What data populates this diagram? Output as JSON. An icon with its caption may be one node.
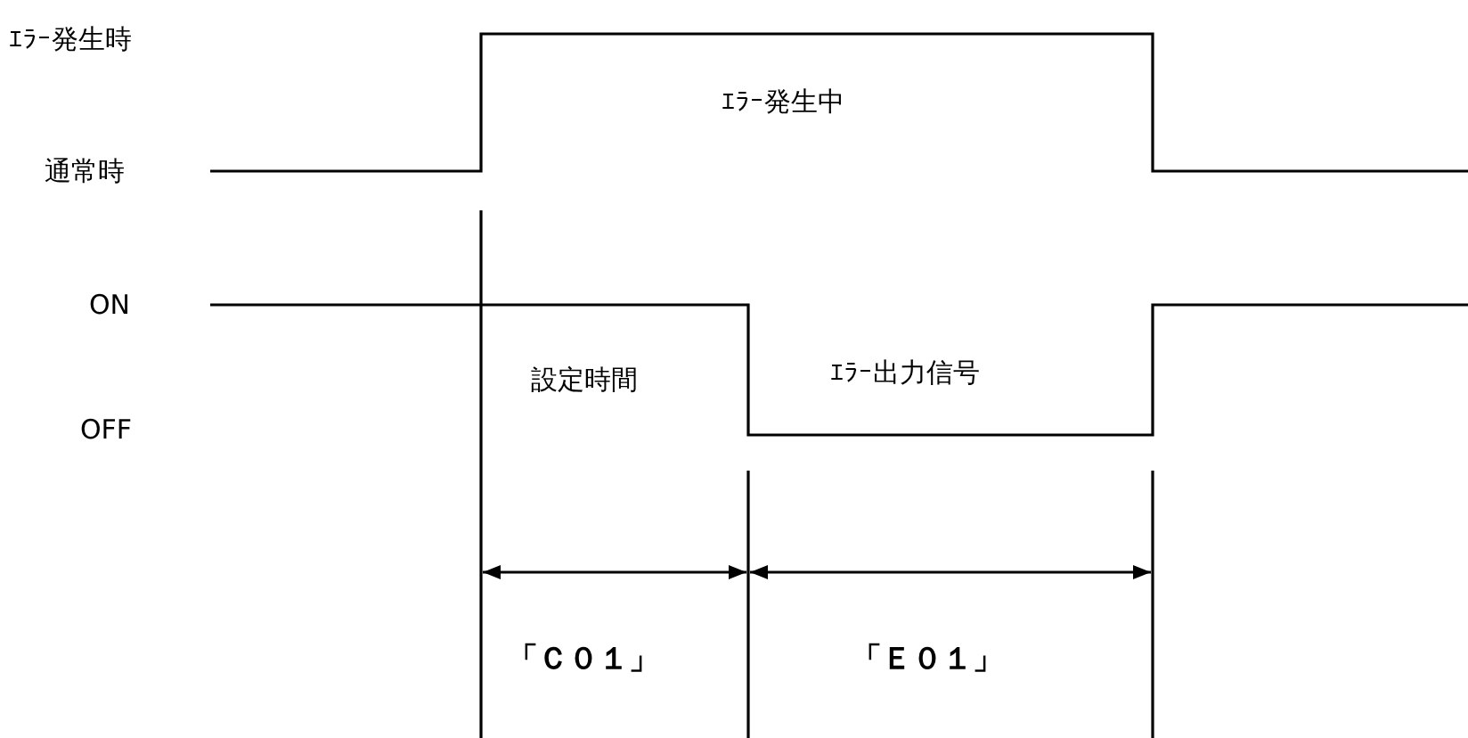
{
  "diagram": {
    "labels": [
      "ｴﾗｰ発生時",
      "ｴﾗｰ発生中",
      "通常時",
      "ON",
      "設定時間",
      "ｴﾗｰ出力信号",
      "OFF",
      "「Ｃ０１」",
      "「Ｅ０１」"
    ]
  }
}
